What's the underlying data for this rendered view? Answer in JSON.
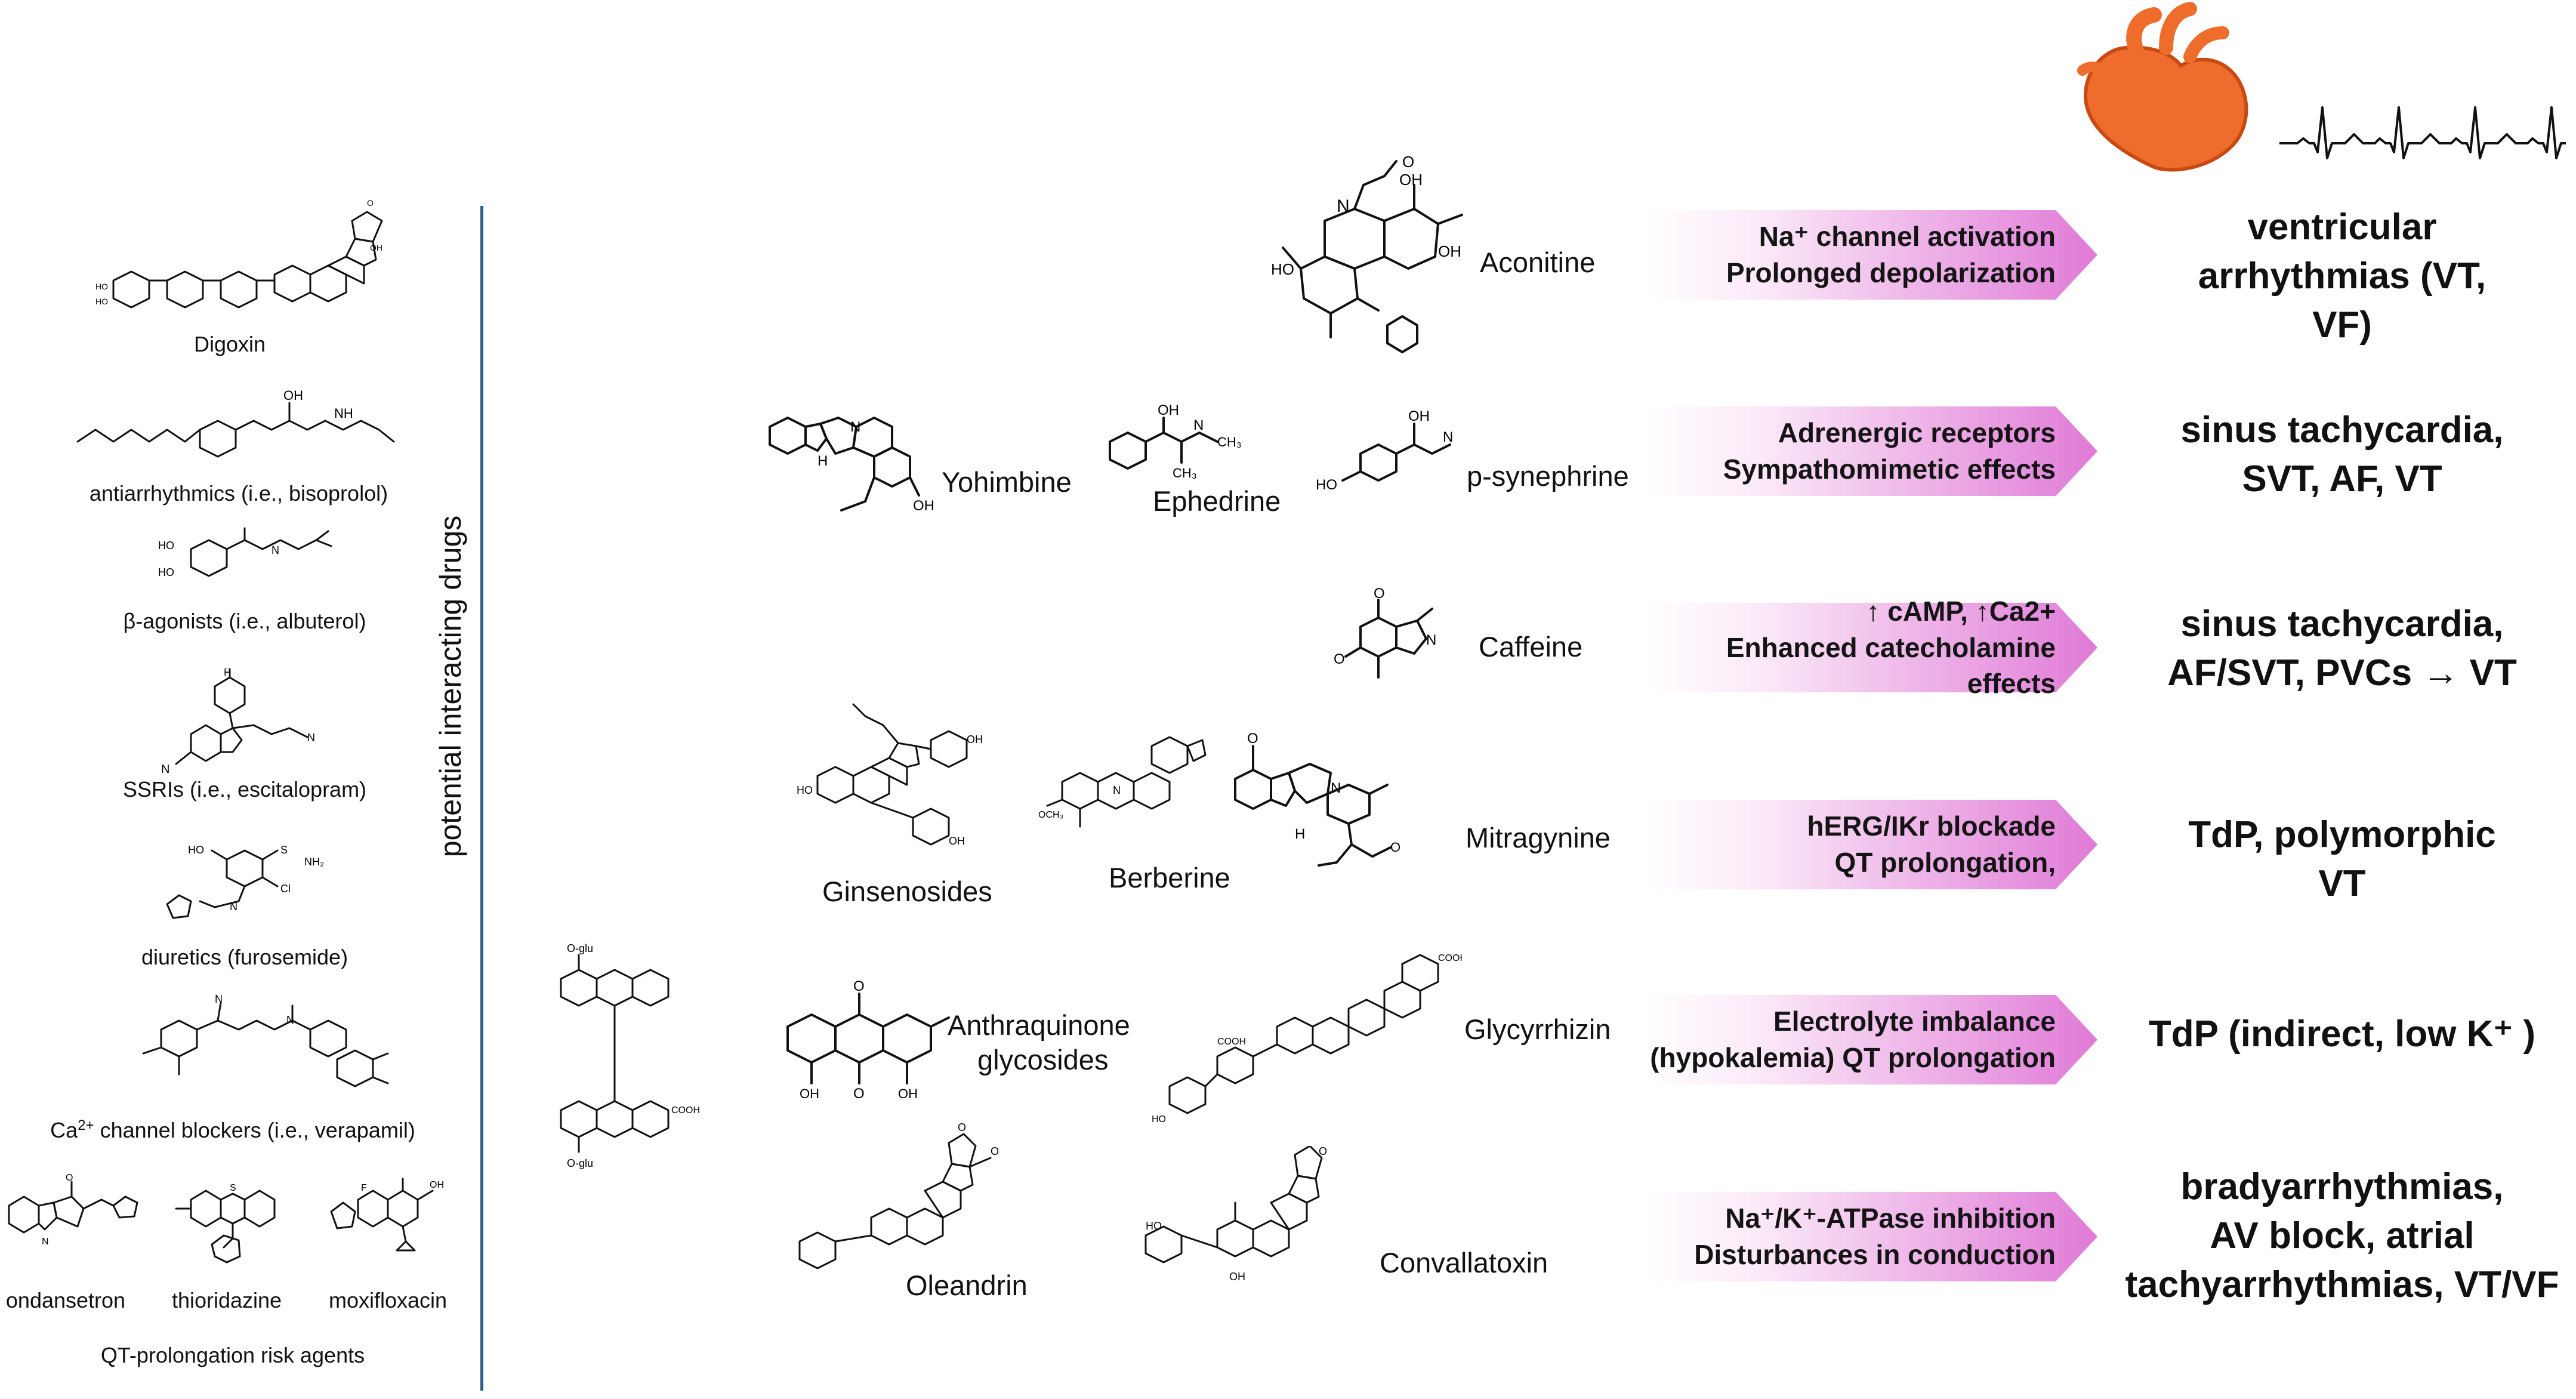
{
  "left_panel": {
    "axis_label": "potential interacting drugs",
    "drugs": [
      {
        "id": "digoxin",
        "label": "Digoxin"
      },
      {
        "id": "antiarrhythmics",
        "label": "antiarrhythmics (i.e., bisoprolol)"
      },
      {
        "id": "b-agonists",
        "label": "β-agonists (i.e., albuterol)"
      },
      {
        "id": "ssris",
        "label": "SSRIs (i.e., escitalopram)"
      },
      {
        "id": "diuretics",
        "label": "diuretics (furosemide)"
      },
      {
        "id": "ca-blockers",
        "label_pre": "Ca",
        "label_sup": "2+",
        "label_post": " channel blockers (i.e., verapamil)"
      }
    ],
    "qt_agents": {
      "items": [
        "ondansetron",
        "thioridazine",
        "moxifloxacin"
      ],
      "caption": "QT-prolongation risk agents"
    }
  },
  "compounds": {
    "aconitine": "Aconitine",
    "yohimbine": "Yohimbine",
    "ephedrine": "Ephedrine",
    "synephrine": "p-synephrine",
    "caffeine": "Caffeine",
    "ginsenosides": "Ginsenosides",
    "berberine": "Berberine",
    "mitragynine": "Mitragynine",
    "anthraquinone_line1": "Anthraquinone",
    "anthraquinone_line2": "glycosides",
    "glycyrrhizin": "Glycyrrhizin",
    "oleandrin": "Oleandrin",
    "convallatoxin": "Convallatoxin"
  },
  "mechanisms": [
    {
      "id": "row1",
      "line1": "Na⁺ channel activation",
      "line2": "Prolonged depolarization"
    },
    {
      "id": "row2",
      "line1": "Adrenergic receptors",
      "line2": "Sympathomimetic effects"
    },
    {
      "id": "row3",
      "line1": "↑ cAMP, ↑Ca2+",
      "line2": "Enhanced catecholamine effects"
    },
    {
      "id": "row4",
      "line1": "hERG/IKr blockade",
      "line2": "QT prolongation,"
    },
    {
      "id": "row5",
      "line1": "Electrolyte imbalance",
      "line2": "(hypokalemia) QT prolongation"
    },
    {
      "id": "row6",
      "line1": "Na⁺/K⁺-ATPase inhibition",
      "line2": "Disturbances in conduction"
    }
  ],
  "outcomes": [
    {
      "id": "row1",
      "lines": [
        "ventricular",
        "arrhythmias (VT,",
        "VF)"
      ]
    },
    {
      "id": "row2",
      "lines": [
        "sinus tachycardia,",
        "SVT, AF, VT"
      ]
    },
    {
      "id": "row3",
      "lines": [
        "sinus tachycardia,",
        "AF/SVT, PVCs → VT"
      ]
    },
    {
      "id": "row4",
      "lines": [
        "TdP, polymorphic",
        "VT"
      ]
    },
    {
      "id": "row5",
      "lines": [
        "TdP (indirect, low K⁺ )"
      ]
    },
    {
      "id": "row6",
      "lines": [
        "bradyarrhythmias,",
        "AV block, atrial",
        "tachyarrhythmias, VT/VF"
      ]
    }
  ],
  "colors": {
    "arrow_light": "#fbeaf8",
    "arrow_dark": "#e07ad7",
    "heart": "#ee6d2c",
    "heart_dark": "#c84a12",
    "divider": "#2d5f86"
  }
}
